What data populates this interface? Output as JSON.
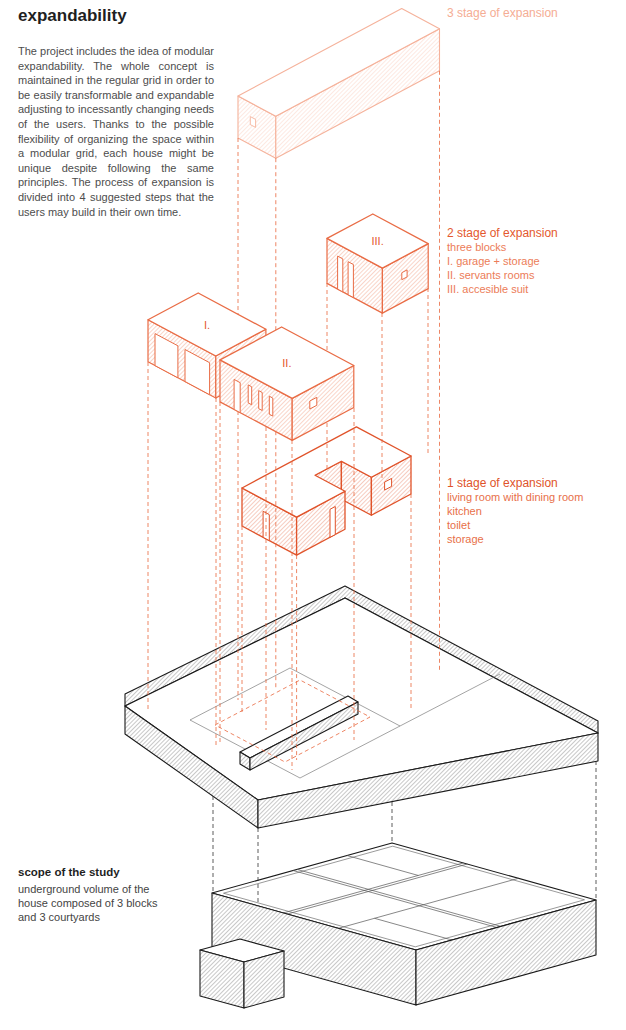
{
  "diagram": {
    "title": "expandability",
    "nodes": [
      {
        "text": [
          "III."
        ]
      },
      {
        "text": [
          "I."
        ]
      },
      {
        "text": [
          "II."
        ]
      }
    ],
    "labels": [
      "The project includes the idea of modular expandability. The whole concept is maintained in the regular grid in order to be easily transformable and expandable adjusting to incessantly changing needs of the users. Thanks to the possible flexibility of organizing the space within a modular grid, each house might be unique despite following the same principles. The process of expansion is divided into 4 suggested steps that the users may build in their own time.",
      "3 stage of expansion",
      "2 stage of expansion",
      "three blocks",
      "I. garage + storage",
      "II. servants rooms",
      "III. accesible suit",
      "1 stage of expansion",
      "living room with dining room",
      "kitchen",
      "toilet",
      "storage",
      "scope of the study",
      "underground volume of the house composed of 3 blocks and 3 courtyards"
    ]
  }
}
